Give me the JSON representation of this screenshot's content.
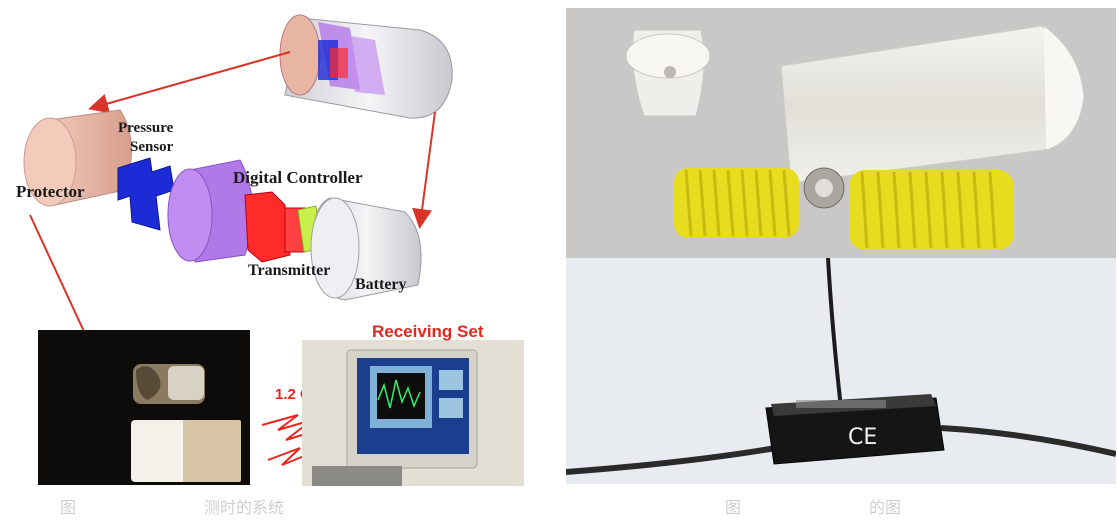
{
  "left_diagram": {
    "labels": {
      "pressure_sensor_line1": "Pressure",
      "pressure_sensor_line2": "Sensor",
      "protector": "Protector",
      "digital_controller": "Digital Controller",
      "transmitter": "Transmitter",
      "battery": "Battery"
    },
    "receiving_set": "Receiving Set",
    "frequency": "1.2 Gb"
  },
  "colors": {
    "arrow": "#d9342a",
    "protector": "#e9b8a8",
    "sensor": "#1d2bd6",
    "controller": "#b178e8",
    "transmitter": "#ff2b2b",
    "transmitter_chip": "#c9f04a",
    "battery": "#e6e6ea"
  },
  "captions": {
    "left": "图　　　　　　　　测时的系统",
    "right": "图　　　　　　　　的图"
  }
}
